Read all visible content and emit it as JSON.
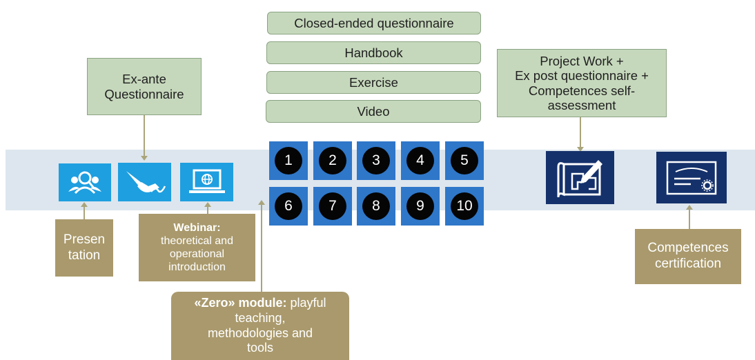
{
  "top_boxes": {
    "closed": "Closed-ended questionnaire",
    "handbook": "Handbook",
    "exercise": "Exercise",
    "video": "Video"
  },
  "exante": {
    "line1": "Ex-ante",
    "line2": "Questionnaire"
  },
  "project": {
    "line1": "Project Work +",
    "line2": "Ex post questionnaire +",
    "line3": "Competences self-",
    "line4": "assessment"
  },
  "presentation": {
    "line1": "Presen",
    "line2": "tation"
  },
  "webinar": {
    "bold": "Webinar:",
    "line1": "theoretical and",
    "line2": "operational",
    "line3": "introduction"
  },
  "zero": {
    "bold": "«Zero» module:",
    "rest1": " playful",
    "line2": "teaching,",
    "line3": "methodologies and",
    "line4": "tools"
  },
  "competences": {
    "line1": "Competences",
    "line2": "certification"
  },
  "modules": [
    "1",
    "2",
    "3",
    "4",
    "5",
    "6",
    "7",
    "8",
    "9",
    "10"
  ],
  "icons": {
    "presentation": "people-group-icon",
    "questionnaire": "hand-writing-icon",
    "webinar": "laptop-globe-icon",
    "project": "blueprint-pencil-icon",
    "certificate": "certificate-icon"
  },
  "colors": {
    "band": "#dde6ee",
    "green_box": "#c6d8bc",
    "tan_box": "#a9996c",
    "light_icon": "#1e9fe0",
    "dark_icon": "#14316b",
    "module_tile": "#2f77c9"
  }
}
